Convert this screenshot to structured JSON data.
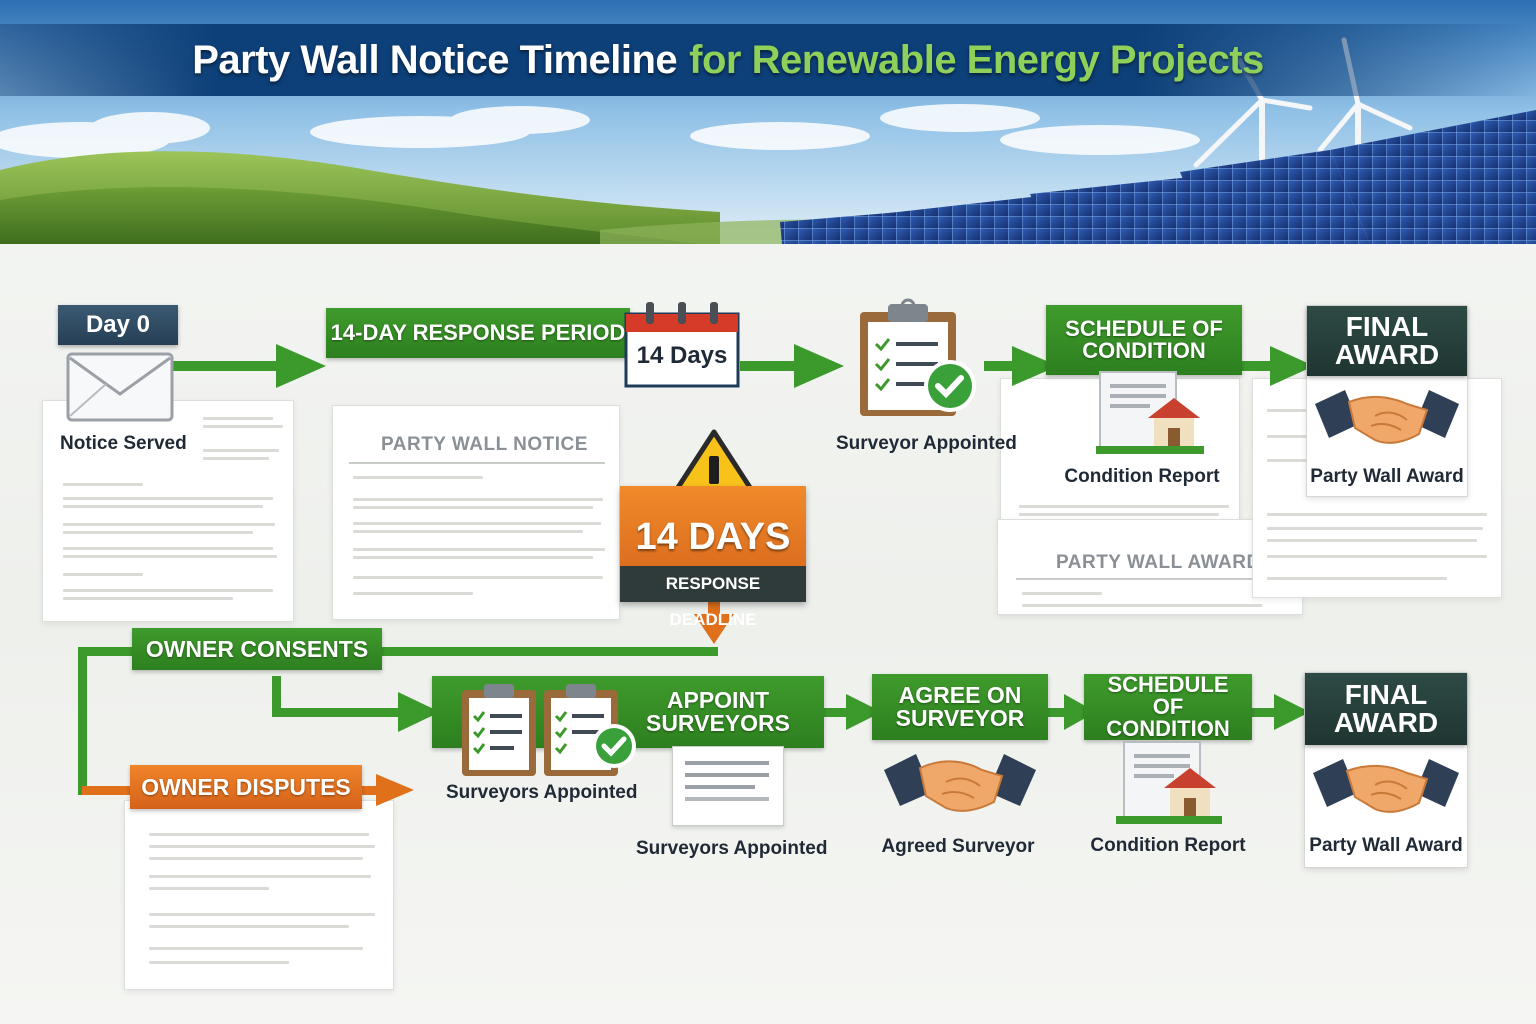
{
  "title": {
    "part1": "Party Wall Notice Timeline",
    "part2": "for Renewable Energy Projects"
  },
  "top_row": {
    "day0": "Day 0",
    "notice_served": "Notice Served",
    "response_period": "14-DAY RESPONSE PERIOD",
    "calendar_days": "14 Days",
    "surveyor_appointed": "Surveyor Appointed",
    "schedule_of_condition": "SCHEDULE OF CONDITION",
    "condition_report": "Condition Report",
    "final_award": "FINAL AWARD",
    "party_wall_award": "Party Wall Award"
  },
  "documents": {
    "party_wall_notice": "PARTY WALL NOTICE",
    "party_wall_award": "PARTY WALL AWARD"
  },
  "deadline": {
    "days": "14 DAYS",
    "label": "RESPONSE DEADLINE"
  },
  "branches": {
    "owner_consents": "OWNER CONSENTS",
    "owner_disputes": "OWNER DISPUTES"
  },
  "bottom_row": {
    "surveyors_appointed_icon": "Surveyors Appointed",
    "appoint_surveyors": "APPOINT SURVEYORS",
    "surveyors_appointed_doc": "Surveyors Appointed",
    "agree_on_surveyor": "AGREE ON SURVEYOR",
    "agreed_surveyor": "Agreed Surveyor",
    "schedule_of_condition": "SCHEDULE OF CONDITION",
    "condition_report": "Condition Report",
    "final_award": "FINAL AWARD",
    "party_wall_award": "Party Wall Award"
  },
  "colors": {
    "green": "#2d7f1f",
    "dark_green": "#1f3531",
    "orange": "#e0701a",
    "navy": "#0d3f78",
    "light_green_text": "#8fd05a"
  },
  "icons": [
    "envelope-icon",
    "calendar-icon",
    "clipboard-check-icon",
    "condition-report-icon",
    "handshake-icon",
    "warning-icon",
    "document-icon"
  ]
}
